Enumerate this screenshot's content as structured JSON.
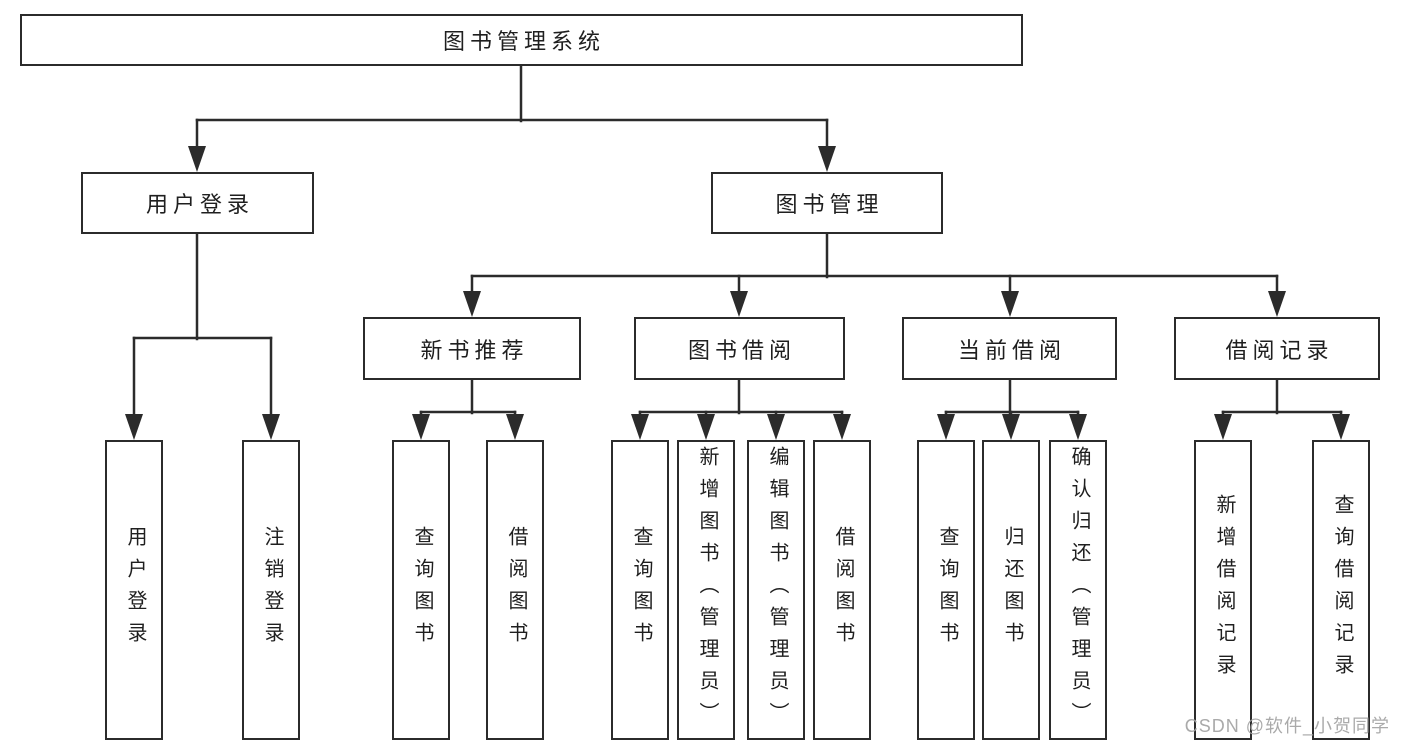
{
  "tree": {
    "label": "图书管理系统",
    "children": [
      {
        "label": "用户登录",
        "children": [
          {
            "label": "用户登录"
          },
          {
            "label": "注销登录"
          }
        ]
      },
      {
        "label": "图书管理",
        "children": [
          {
            "label": "新书推荐",
            "children": [
              {
                "label": "查询图书"
              },
              {
                "label": "借阅图书"
              }
            ]
          },
          {
            "label": "图书借阅",
            "children": [
              {
                "label": "查询图书"
              },
              {
                "label": "新增图书（管理员）"
              },
              {
                "label": "编辑图书（管理员）"
              },
              {
                "label": "借阅图书"
              }
            ]
          },
          {
            "label": "当前借阅",
            "children": [
              {
                "label": "查询图书"
              },
              {
                "label": "归还图书"
              },
              {
                "label": "确认归还（管理员）"
              }
            ]
          },
          {
            "label": "借阅记录",
            "children": [
              {
                "label": "新增借阅记录"
              },
              {
                "label": "查询借阅记录"
              }
            ]
          }
        ]
      }
    ]
  },
  "watermark": {
    "text": "CSDN @软件_小贺同学",
    "color": "#a3a3a3"
  },
  "colors": {
    "line": "#2b2b2b",
    "text": "#1f1f1f",
    "background": "#ffffff"
  }
}
